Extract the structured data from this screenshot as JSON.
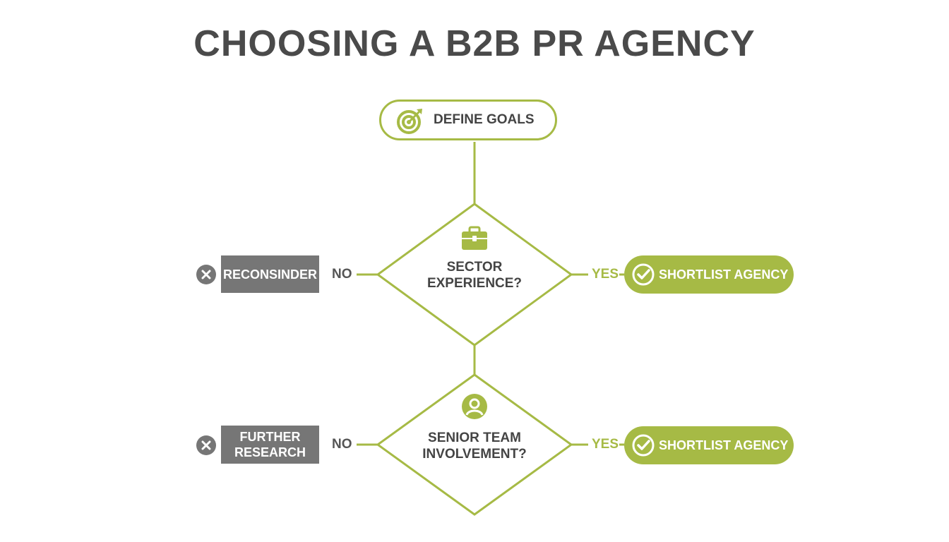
{
  "title": "CHOOSING A B2B PR AGENCY",
  "colors": {
    "accent": "#a6ba45",
    "neutral": "#767676",
    "text": "#444444"
  },
  "start": {
    "label": "DEFINE GOALS",
    "icon": "target-icon"
  },
  "decisions": [
    {
      "question": "SECTOR EXPERIENCE?",
      "icon": "briefcase-icon",
      "no_label": "NO",
      "yes_label": "YES",
      "no_outcome": "RECONSINDER",
      "yes_outcome": "SHORTLIST AGENCY"
    },
    {
      "question": "SENIOR TEAM INVOLVEMENT?",
      "icon": "person-icon",
      "no_label": "NO",
      "yes_label": "YES",
      "no_outcome": "FURTHER RESEARCH",
      "yes_outcome": "SHORTLIST AGENCY"
    }
  ]
}
